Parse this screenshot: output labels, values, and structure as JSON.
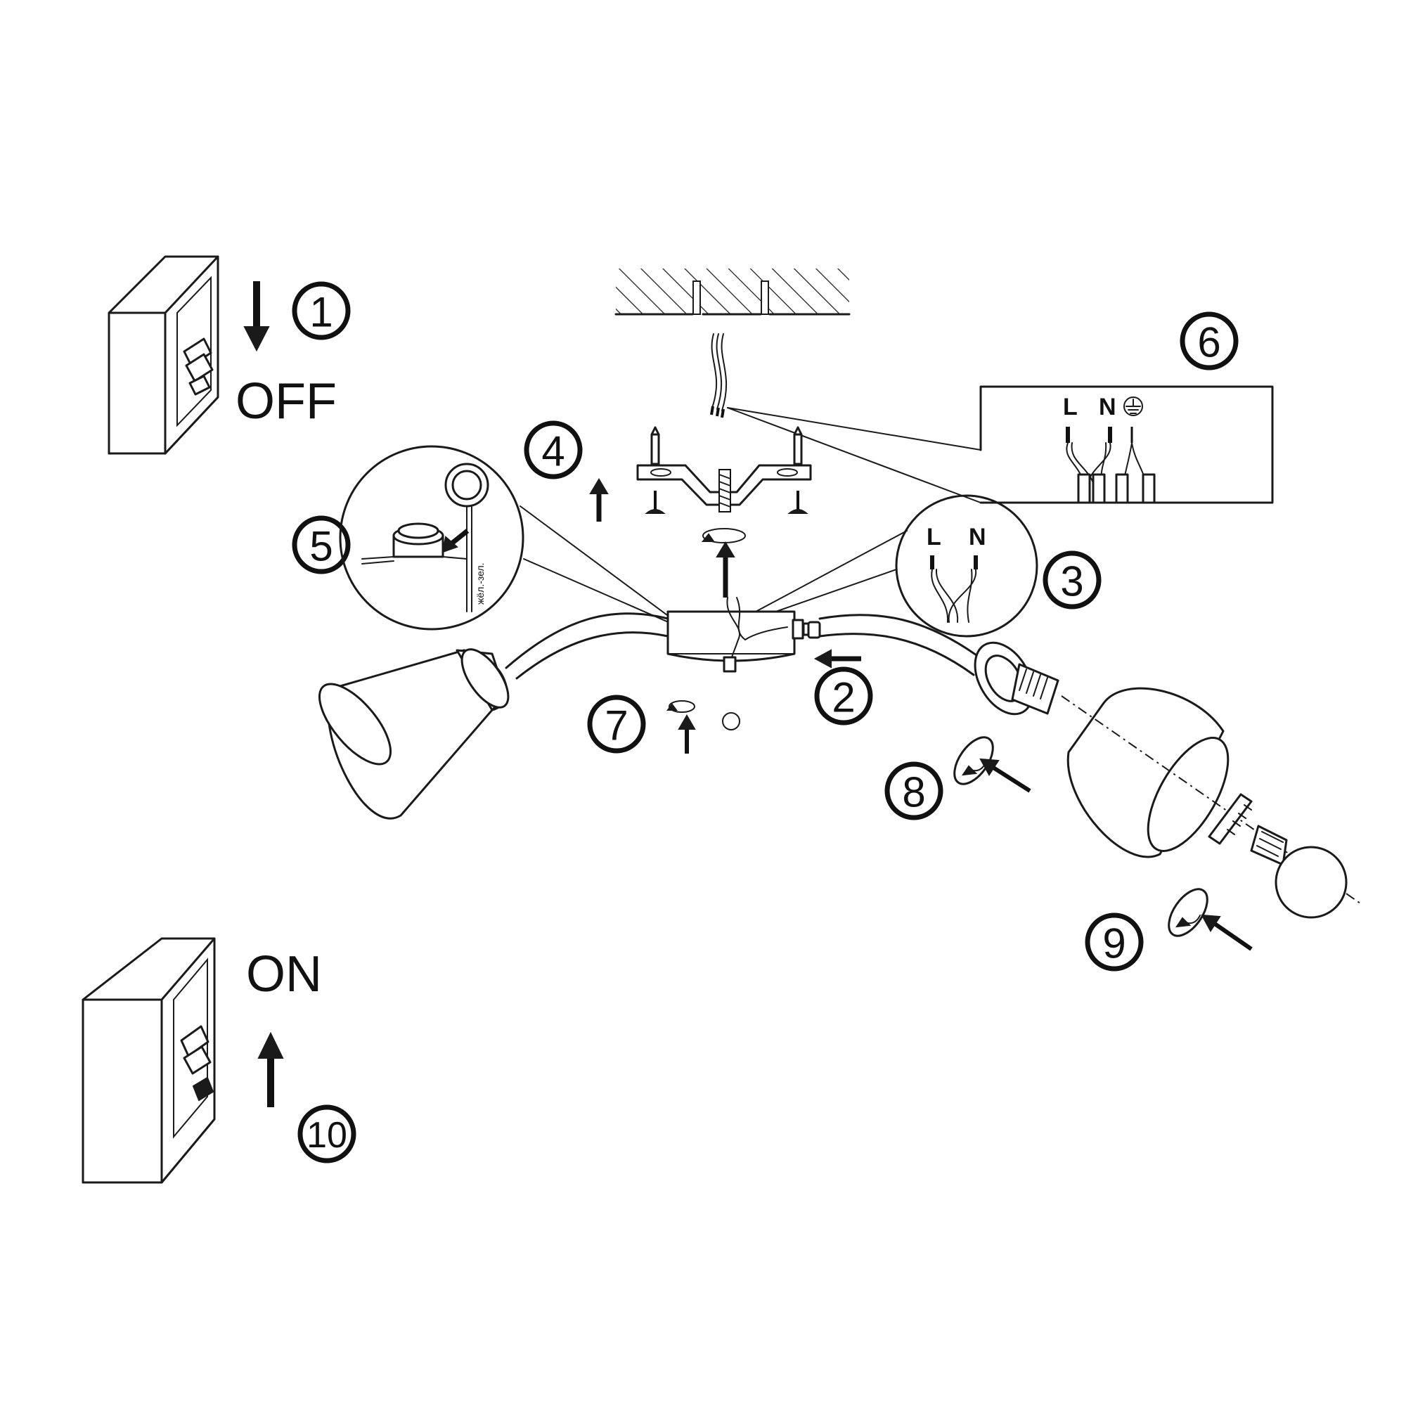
{
  "steps": {
    "s1": "1",
    "s2": "2",
    "s3": "3",
    "s4": "4",
    "s5": "5",
    "s6": "6",
    "s7": "7",
    "s8": "8",
    "s9": "9",
    "s10": "10"
  },
  "switch_off_label": "OFF",
  "switch_on_label": "ON",
  "terminals": {
    "live": "L",
    "neutral": "N"
  },
  "earth_wire_label": "жёл.-зел.",
  "icons": {
    "arrow": "arrow-icon",
    "earth": "earth-symbol-icon",
    "rotate": "rotate-icon"
  },
  "colors": {
    "ink": "#1a1a1a",
    "paper": "#ffffff"
  }
}
